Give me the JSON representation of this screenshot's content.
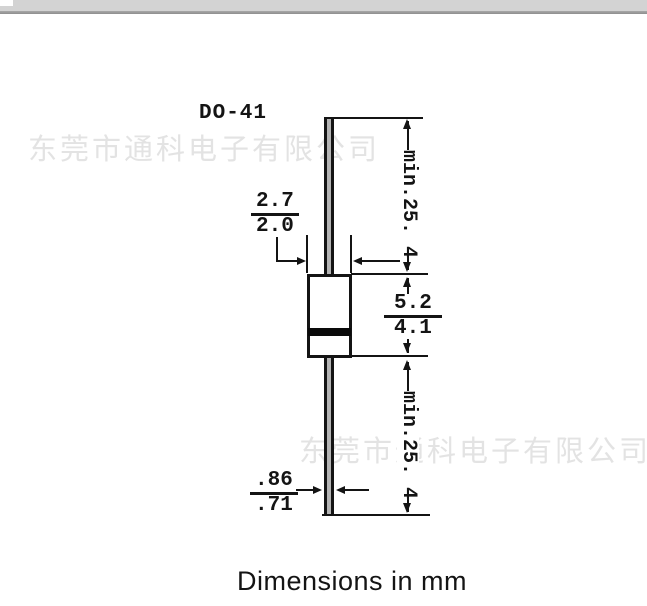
{
  "chrome": {
    "bar_color": "#d3d3d3",
    "edge_color": "#8e8e8e"
  },
  "diagram": {
    "package": "DO-41",
    "watermark": "东莞市通科电子有限公司",
    "caption": "Dimensions in mm",
    "lead_length_top": {
      "label": "min.25. 4"
    },
    "lead_length_bottom": {
      "label": "min.25. 4"
    },
    "body_diameter": {
      "max": "2.7",
      "min": "2.0"
    },
    "body_length": {
      "max": "5.2",
      "min": "4.1"
    },
    "lead_diameter": {
      "max": ".86",
      "min": ".71"
    },
    "colors": {
      "line": "#141414",
      "lead_fill": "#b4b4b4",
      "watermark": "#e3e3e3",
      "cathode_band": "#0a0a0a"
    }
  }
}
